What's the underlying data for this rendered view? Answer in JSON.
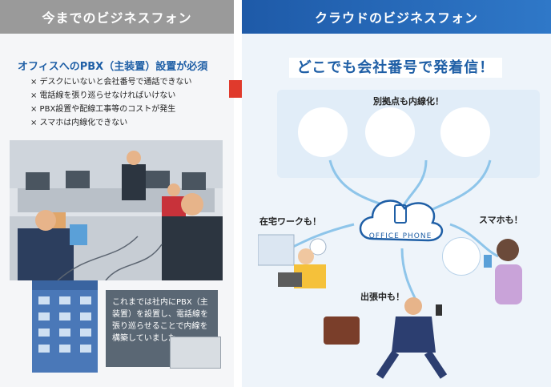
{
  "left": {
    "header": "今までのビジネスフォン",
    "title": "オフィスへのPBX（主装置）設置が必須",
    "issues": [
      "× デスクにいないと会社番号で通話できない",
      "× 電話線を張り巡らせなければいけない",
      "× PBX設置や配線工事等のコストが発生",
      "× スマホは内線化できない"
    ],
    "note": "これまでは社内にPBX（主装置）を設置し、電話線を張り巡らせることで内線を構築していました。"
  },
  "right": {
    "header": "クラウドのビジネスフォン",
    "title": "どこでも会社番号で発着信！",
    "branch_label": "別拠点も内線化！",
    "cloud_label": "OFFICE PHONE",
    "home_label": "在宅ワークも！",
    "mobile_label": "スマホも！",
    "trip_label": "出張中も！"
  },
  "colors": {
    "accent_blue": "#1f5fa6",
    "arrow_red": "#e03a2c",
    "left_header": "#9a9a9a"
  }
}
